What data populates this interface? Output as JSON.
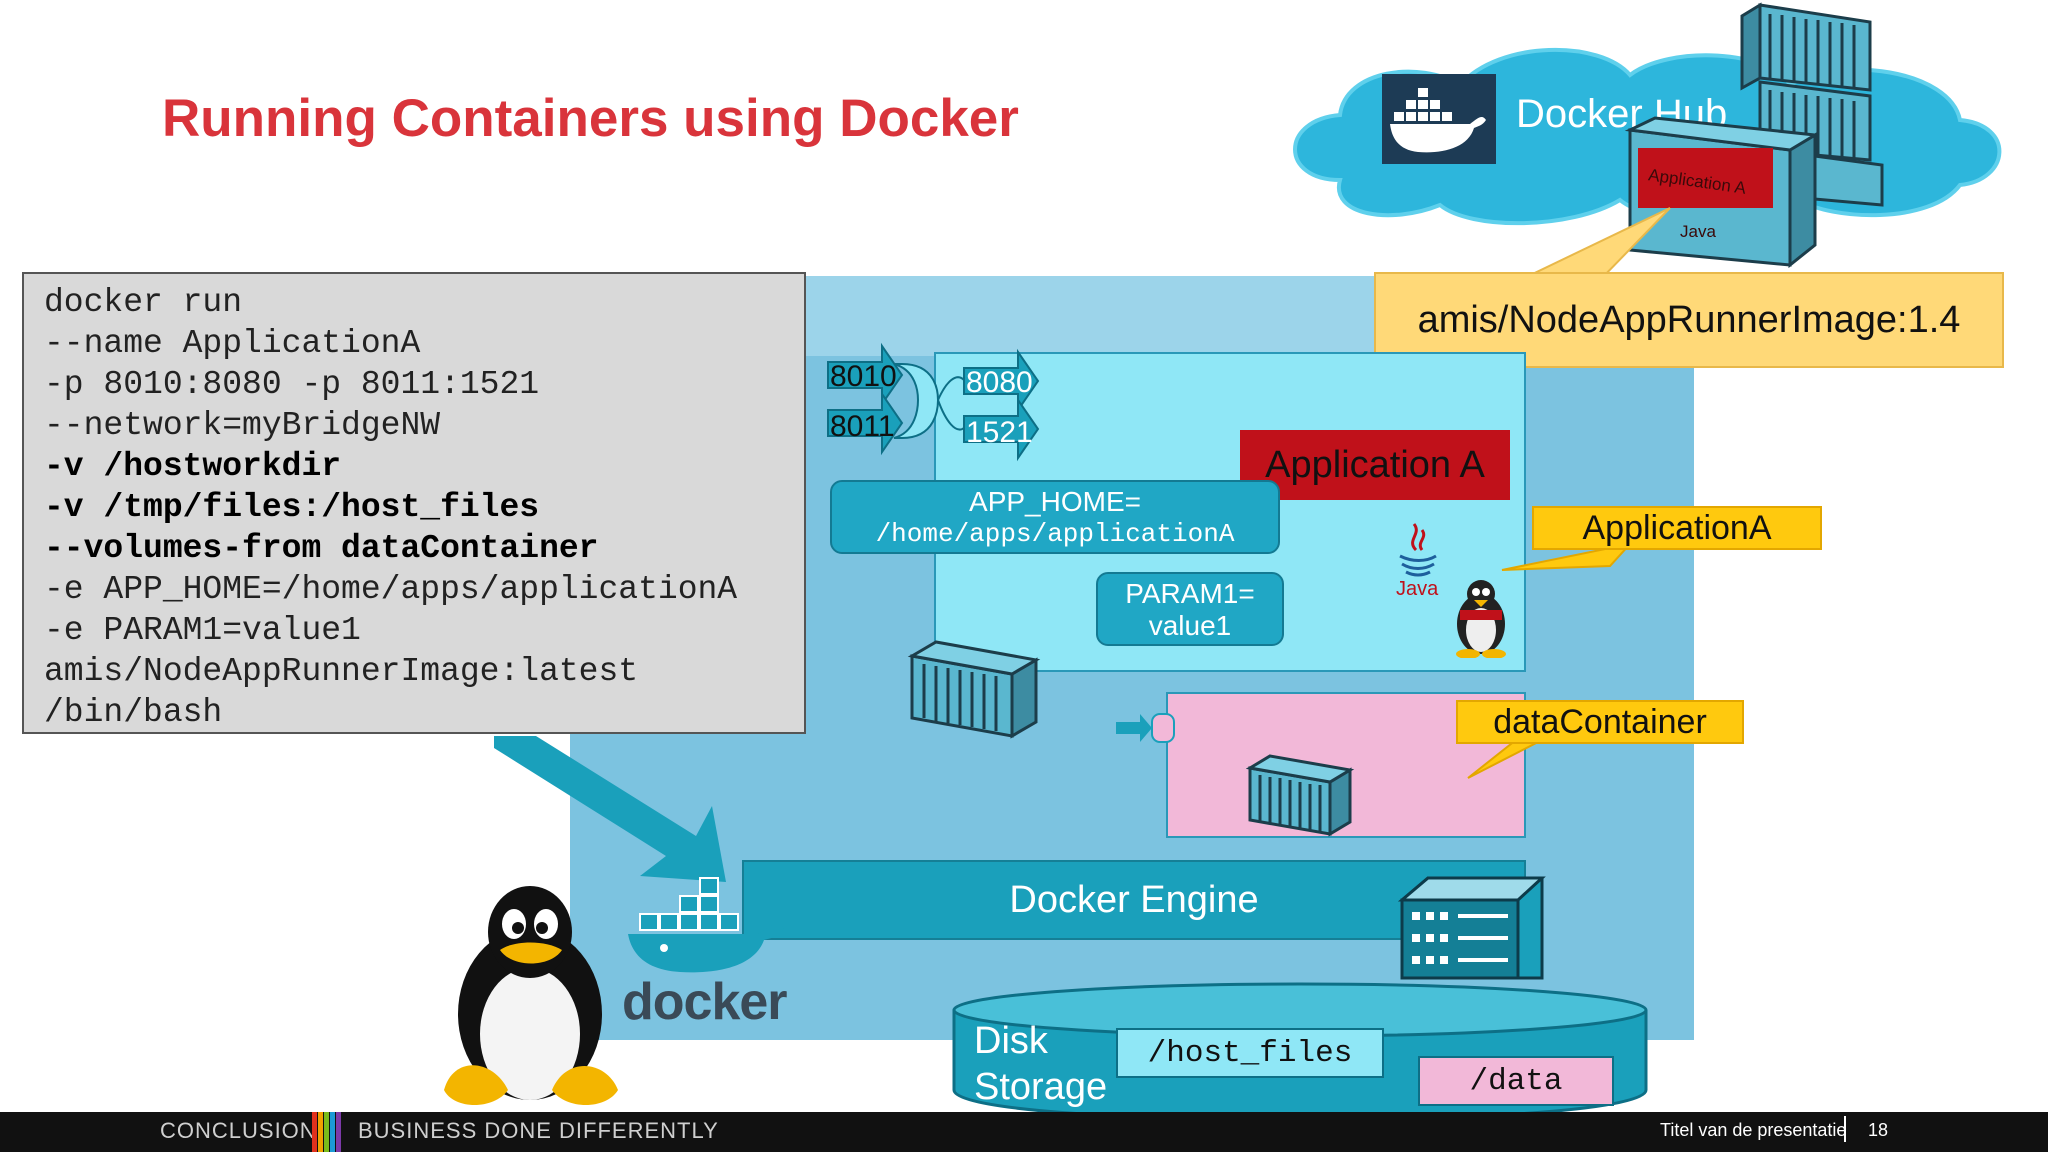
{
  "slide": {
    "title": "Running Containers using Docker"
  },
  "docker_hub": {
    "label": "Docker Hub",
    "image_callout": "amis/NodeAppRunnerImage:1.4",
    "container_labels": [
      "Application A",
      "Java"
    ]
  },
  "command": {
    "lines": [
      {
        "text": "docker run",
        "bold": false
      },
      {
        "text": "--name ApplicationA",
        "bold": false
      },
      {
        "text": "-p 8010:8080 -p 8011:1521",
        "bold": false
      },
      {
        "text": "--network=myBridgeNW",
        "bold": false
      },
      {
        "text": "-v /hostworkdir",
        "bold": true
      },
      {
        "text": "-v /tmp/files:/host_files",
        "bold": true
      },
      {
        "text": "--volumes-from dataContainer",
        "bold": true
      },
      {
        "text": "-e APP_HOME=/home/apps/applicationA",
        "bold": false
      },
      {
        "text": "-e PARAM1=value1",
        "bold": false
      },
      {
        "text": "amis/NodeAppRunnerImage:latest",
        "bold": false
      },
      {
        "text": "/bin/bash",
        "bold": false
      }
    ]
  },
  "ports": {
    "host_1": "8010",
    "host_2": "8011",
    "container_1": "8080",
    "container_2": "1521"
  },
  "application": {
    "label": "Application A",
    "callout": "ApplicationA",
    "env_app_home_key": "APP_HOME=",
    "env_app_home_value": "/home/apps/applicationA",
    "env_param_key": "PARAM1=",
    "env_param_value": "value1",
    "java_label": "Java"
  },
  "data_container": {
    "callout": "dataContainer"
  },
  "engine": {
    "label": "Docker Engine",
    "logo_text": "docker"
  },
  "disk": {
    "label_line1": "Disk",
    "label_line2": "Storage",
    "path_host_files": "/host_files",
    "path_data": "/data"
  },
  "footer": {
    "left": "CONCLUSION",
    "middle": "BUSINESS DONE DIFFERENTLY",
    "right": "Titel van de presentatie",
    "page": "18"
  },
  "colors": {
    "title": "#d9343b",
    "host": "#7cc3e0",
    "app_container": "#8fe7f6",
    "data_container": "#f2b8d8",
    "engine": "#1aa0bb",
    "callout": "#ffc90e"
  }
}
